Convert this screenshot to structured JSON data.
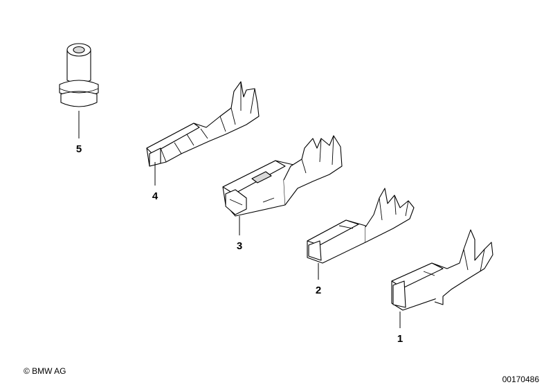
{
  "parts": [
    {
      "id": "1",
      "label": "1"
    },
    {
      "id": "2",
      "label": "2"
    },
    {
      "id": "3",
      "label": "3"
    },
    {
      "id": "4",
      "label": "4"
    },
    {
      "id": "5",
      "label": "5"
    }
  ],
  "footer": {
    "copyright": "© BMW AG",
    "document_number": "00170486"
  }
}
